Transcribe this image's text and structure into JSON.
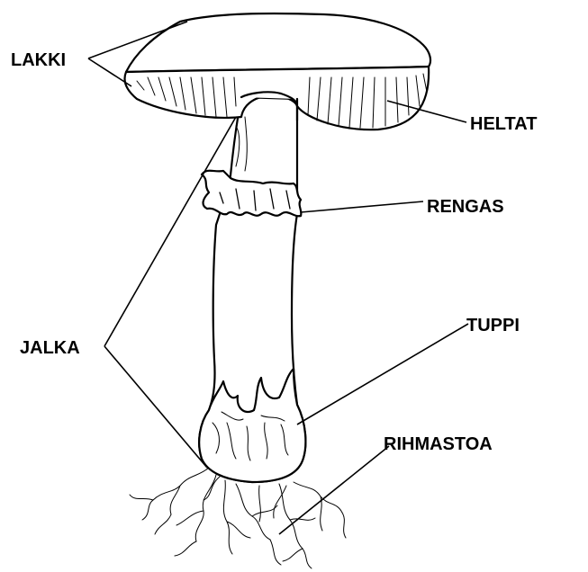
{
  "diagram": {
    "labels": {
      "cap": "LAKKI",
      "gills": "HELTAT",
      "ring": "RENGAS",
      "stem": "JALKA",
      "volva": "TUPPI",
      "mycelium": "RIHMASTOA"
    },
    "colors": {
      "ink": "#000000",
      "background": "#ffffff"
    }
  }
}
